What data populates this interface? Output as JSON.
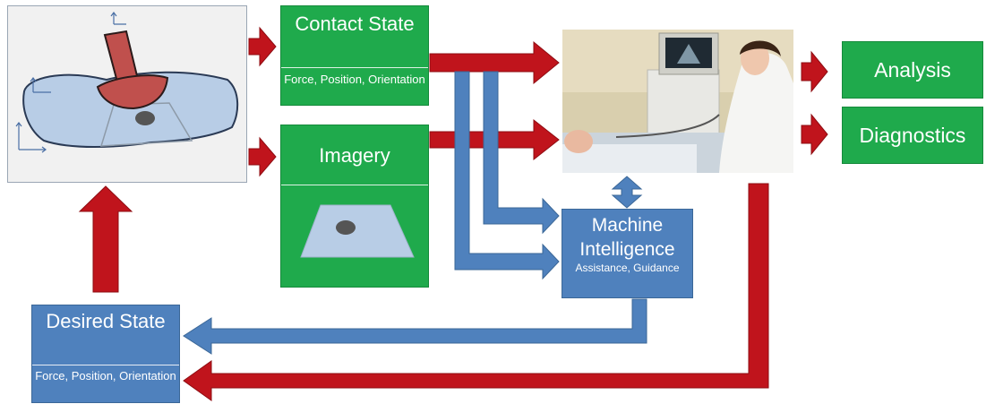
{
  "contact_state": {
    "title": "Contact State",
    "subtitle": "Force, Position, Orientation"
  },
  "imagery": {
    "title": "Imagery"
  },
  "analysis": {
    "label": "Analysis"
  },
  "diagnostics": {
    "label": "Diagnostics"
  },
  "machine_intelligence": {
    "title": "Machine Intelligence",
    "subtitle": "Assistance, Guidance"
  },
  "desired_state": {
    "title": "Desired State",
    "subtitle": "Force, Position, Orientation"
  },
  "colors": {
    "green": "#1faa4c",
    "blue": "#4f81bd",
    "red_arrow": "#c0141c",
    "blue_arrow": "#4f81bd"
  }
}
